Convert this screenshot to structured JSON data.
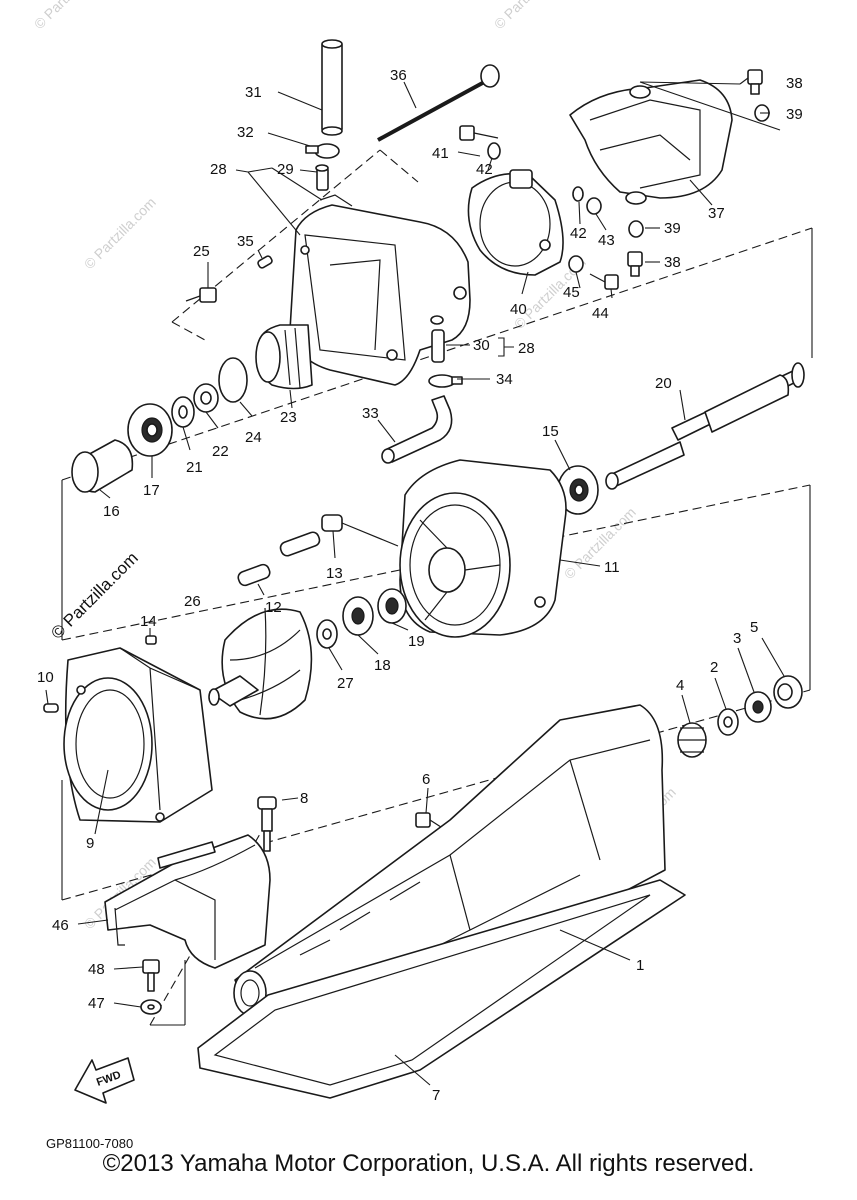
{
  "diagram": {
    "part_numbers": [
      "1",
      "2",
      "3",
      "4",
      "5",
      "6",
      "7",
      "8",
      "9",
      "10",
      "11",
      "12",
      "13",
      "14",
      "15",
      "16",
      "17",
      "18",
      "19",
      "20",
      "21",
      "22",
      "23",
      "24",
      "25",
      "26",
      "27",
      "28",
      "29",
      "30",
      "31",
      "32",
      "33",
      "34",
      "35",
      "36",
      "37",
      "38",
      "39",
      "40",
      "41",
      "42",
      "43",
      "44",
      "45",
      "46",
      "47",
      "48"
    ],
    "callout_labels": {
      "p1": "1",
      "p2": "2",
      "p3": "3",
      "p4": "4",
      "p5": "5",
      "p6": "6",
      "p7": "7",
      "p8": "8",
      "p9": "9",
      "p10": "10",
      "p11": "11",
      "p12": "12",
      "p13": "13",
      "p14": "14",
      "p15": "15",
      "p16": "16",
      "p17": "17",
      "p18": "18",
      "p19": "19",
      "p20": "20",
      "p21": "21",
      "p22": "22",
      "p23": "23",
      "p24": "24",
      "p25": "25",
      "p26": "26",
      "p27": "27",
      "p28a": "28",
      "p28b": "28",
      "p29": "29",
      "p30": "30",
      "p31": "31",
      "p32": "32",
      "p33": "33",
      "p34": "34",
      "p35": "35",
      "p36": "36",
      "p37": "37",
      "p38a": "38",
      "p38b": "38",
      "p39a": "39",
      "p39b": "39",
      "p40": "40",
      "p41": "41",
      "p42a": "42",
      "p42b": "42",
      "p43": "43",
      "p44": "44",
      "p45": "45",
      "p46": "46",
      "p47": "47",
      "p48": "48"
    },
    "fwd_label": "FWD",
    "drawing_code": "GP81100-7080",
    "watermark_main": "© Partzilla.com",
    "watermark_faint": "© Partzilla.com"
  },
  "footer": {
    "copyright": "©2013 Yamaha Motor Corporation, U.S.A. All rights reserved."
  }
}
